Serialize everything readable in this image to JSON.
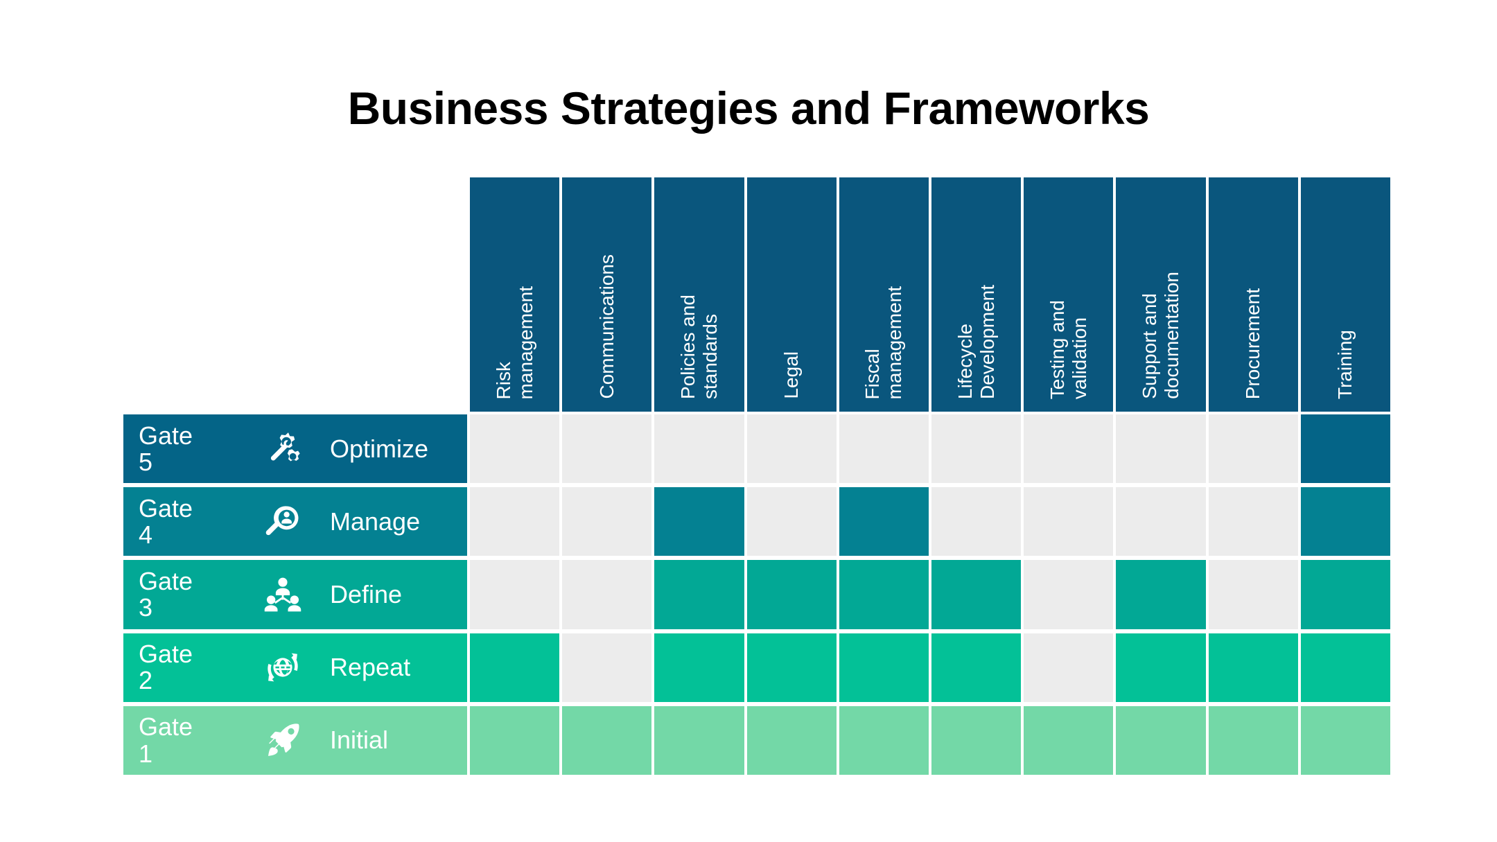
{
  "title": "Business Strategies and Frameworks",
  "colors": {
    "header": "#0A567D",
    "empty_cell": "#ECECEC",
    "background": "#FFFFFF",
    "title_text": "#000000",
    "gate5": "#046487",
    "gate4": "#048192",
    "gate3": "#02A895",
    "gate2": "#03C197",
    "gate1": "#73D8A7"
  },
  "columns": [
    {
      "label": "Risk\nmanagement"
    },
    {
      "label": "Communications"
    },
    {
      "label": "Policies and\nstandards"
    },
    {
      "label": "Legal"
    },
    {
      "label": "Fiscal\nmanagement"
    },
    {
      "label": "Lifecycle\nDevelopment"
    },
    {
      "label": "Testing and\nvalidation"
    },
    {
      "label": "Support and\ndocumentation"
    },
    {
      "label": "Procurement"
    },
    {
      "label": "Training"
    }
  ],
  "rows": [
    {
      "gate": "Gate\n5",
      "stage": "Optimize",
      "icon": "gear-wrench-icon",
      "color": "#046487",
      "cells": [
        false,
        false,
        false,
        false,
        false,
        false,
        false,
        false,
        false,
        true
      ]
    },
    {
      "gate": "Gate\n4",
      "stage": "Manage",
      "icon": "magnifier-person-icon",
      "color": "#048192",
      "cells": [
        false,
        false,
        true,
        false,
        true,
        false,
        false,
        false,
        false,
        true
      ]
    },
    {
      "gate": "Gate\n3",
      "stage": "Define",
      "icon": "people-group-icon",
      "color": "#02A895",
      "cells": [
        false,
        false,
        true,
        true,
        true,
        true,
        false,
        true,
        false,
        true
      ]
    },
    {
      "gate": "Gate\n2",
      "stage": "Repeat",
      "icon": "globe-refresh-icon",
      "color": "#03C197",
      "cells": [
        true,
        false,
        true,
        true,
        true,
        true,
        false,
        true,
        true,
        true
      ]
    },
    {
      "gate": "Gate\n1",
      "stage": "Initial",
      "icon": "rocket-icon",
      "color": "#73D8A7",
      "cells": [
        true,
        true,
        true,
        true,
        true,
        true,
        true,
        true,
        true,
        true
      ]
    }
  ],
  "chart_data": {
    "type": "heatmap",
    "title": "Business Strategies and Frameworks",
    "xlabel": "",
    "ylabel": "",
    "categories": [
      "Risk management",
      "Communications",
      "Policies and standards",
      "Legal",
      "Fiscal management",
      "Lifecycle Development",
      "Testing and validation",
      "Support and documentation",
      "Procurement",
      "Training"
    ],
    "row_labels": [
      "Gate 5",
      "Gate 4",
      "Gate 3",
      "Gate 2",
      "Gate 1"
    ],
    "row_stages": [
      "Optimize",
      "Manage",
      "Define",
      "Repeat",
      "Initial"
    ],
    "values": [
      [
        0,
        0,
        0,
        0,
        0,
        0,
        0,
        0,
        0,
        1
      ],
      [
        0,
        0,
        1,
        0,
        1,
        0,
        0,
        0,
        0,
        1
      ],
      [
        0,
        0,
        1,
        1,
        1,
        1,
        0,
        1,
        0,
        1
      ],
      [
        1,
        0,
        1,
        1,
        1,
        1,
        0,
        1,
        1,
        1
      ],
      [
        1,
        1,
        1,
        1,
        1,
        1,
        1,
        1,
        1,
        1
      ]
    ],
    "legend": [],
    "grid": false
  }
}
